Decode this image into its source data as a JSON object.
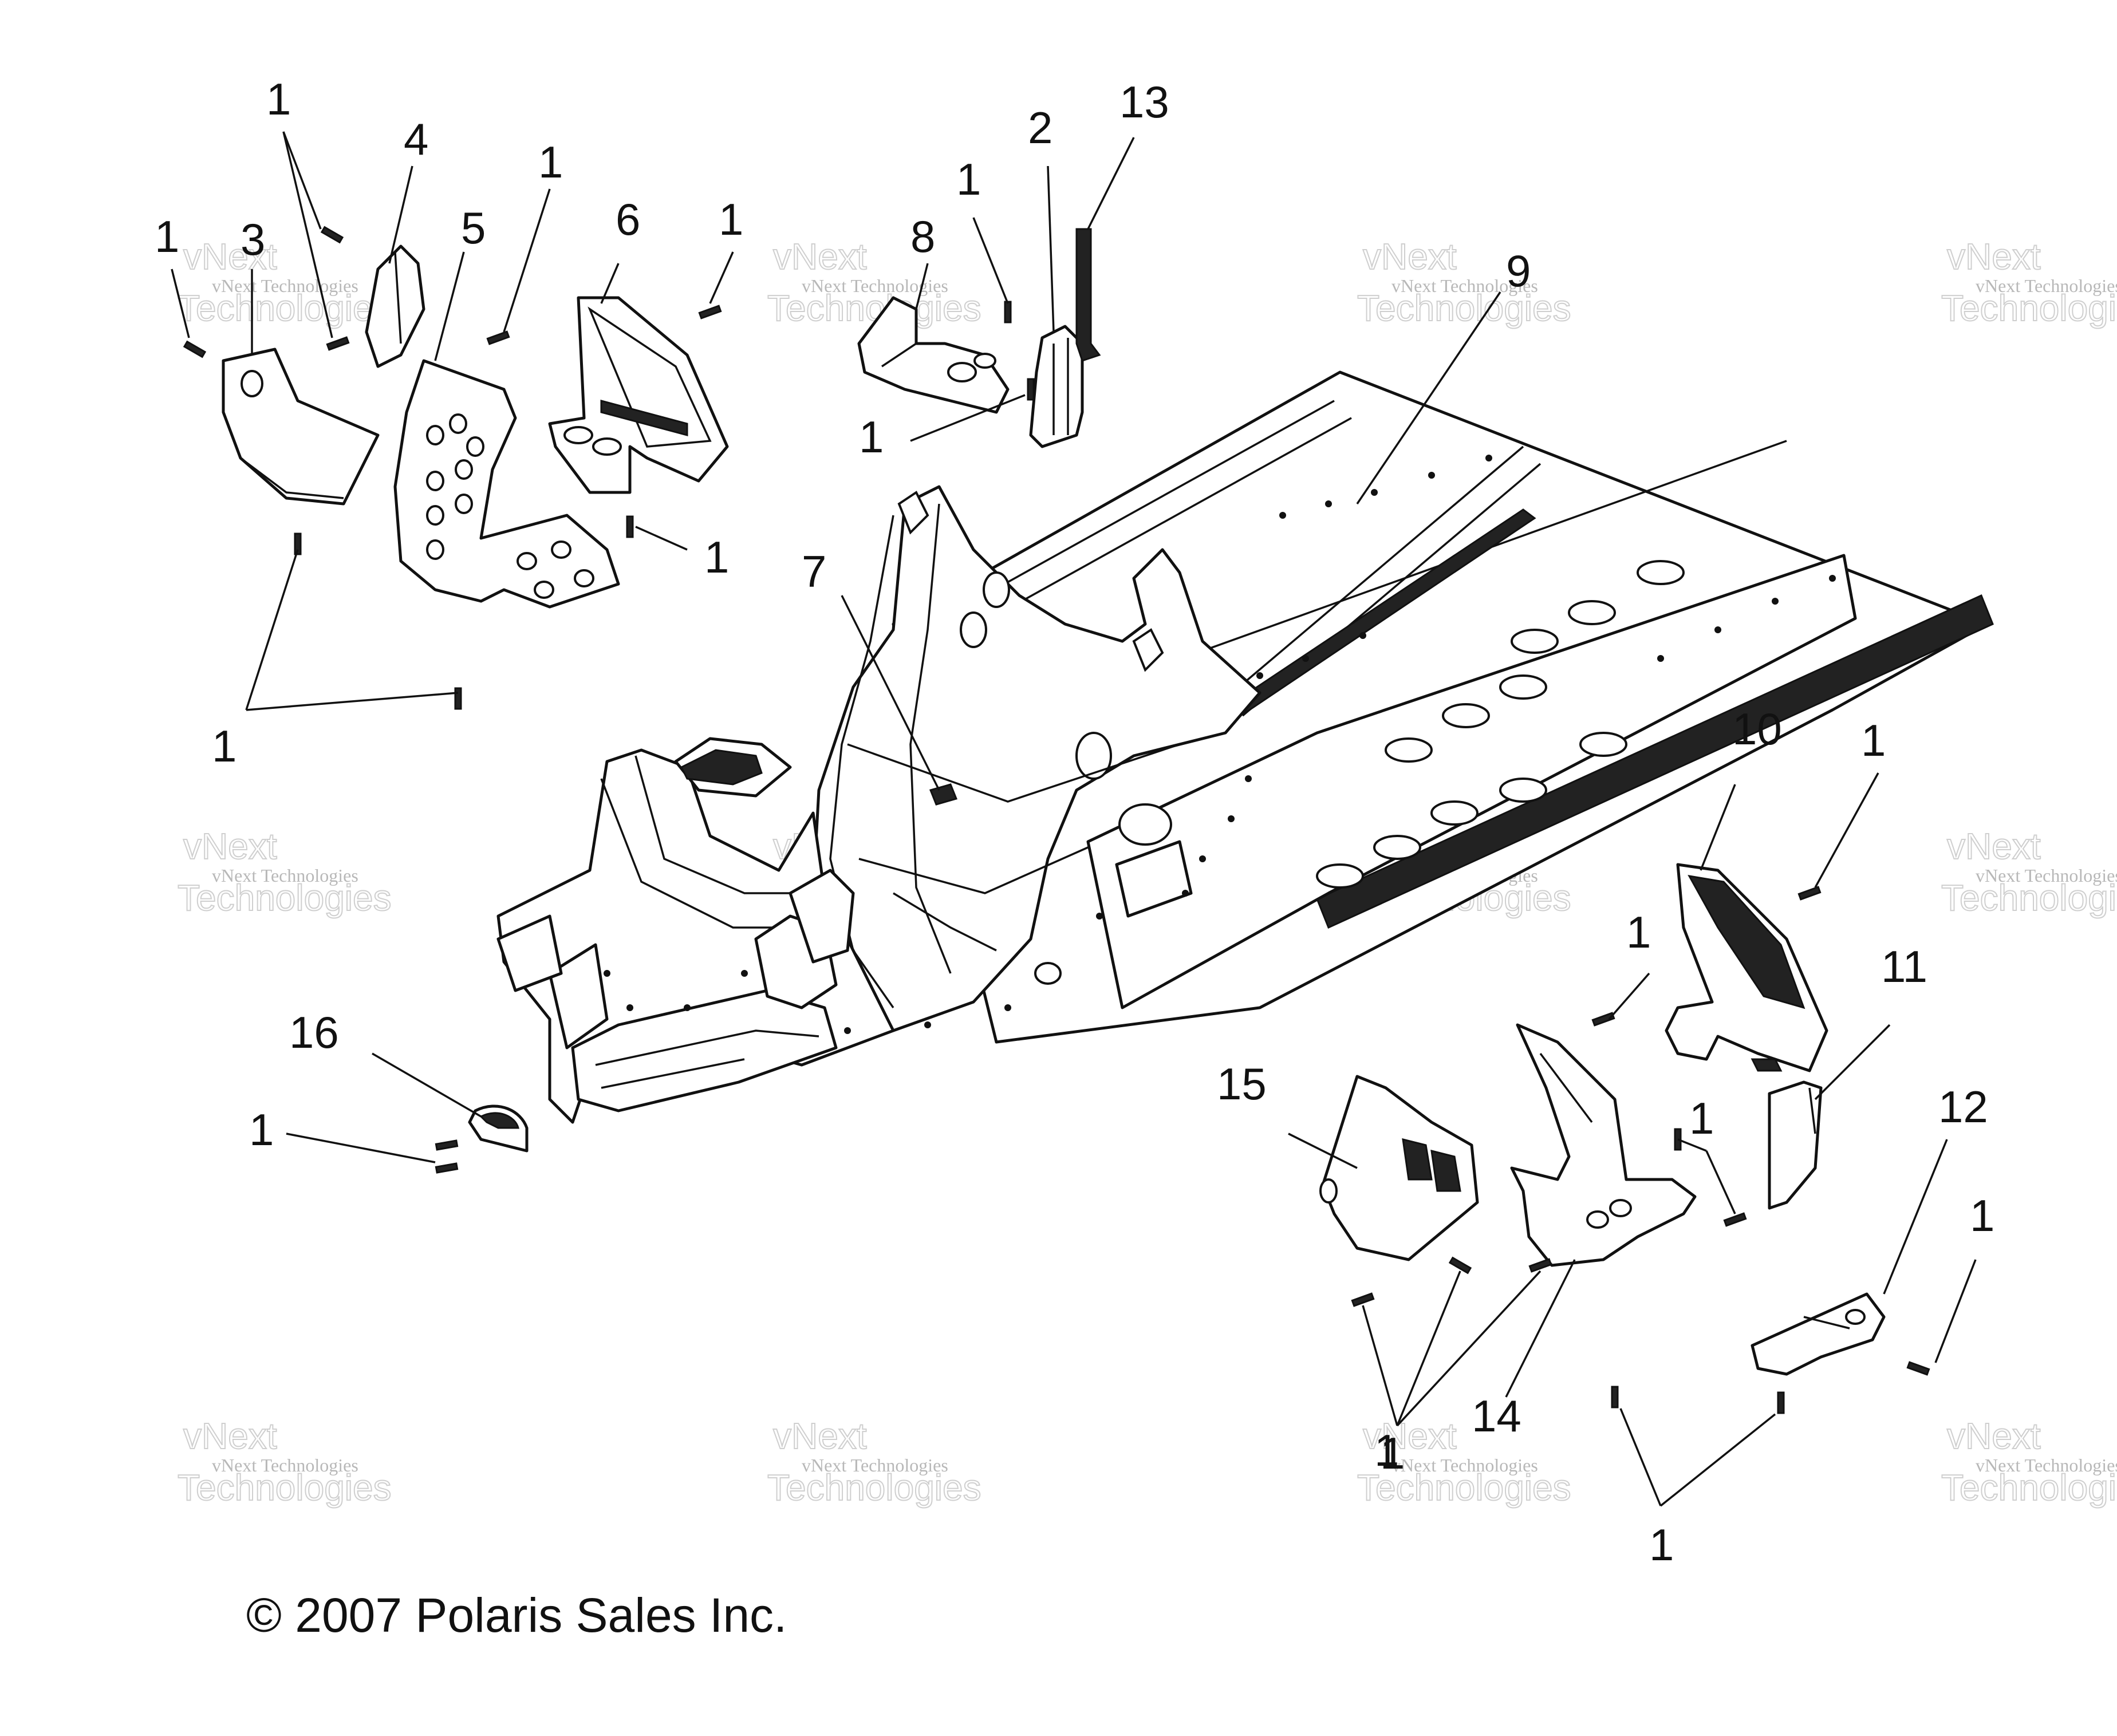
{
  "diagram": {
    "copyright": "© 2007 Polaris Sales Inc.",
    "watermark": {
      "small": "vNext Technologies",
      "large_line1": "vNext",
      "large_line2": "Technologies"
    },
    "callouts": [
      "1",
      "1",
      "1",
      "4",
      "1",
      "6",
      "1",
      "3",
      "5",
      "8",
      "1",
      "2",
      "13",
      "9",
      "1",
      "7",
      "1",
      "1",
      "10",
      "1",
      "1",
      "11",
      "16",
      "1",
      "15",
      "1",
      "12",
      "1",
      "14",
      "1",
      "1"
    ]
  }
}
